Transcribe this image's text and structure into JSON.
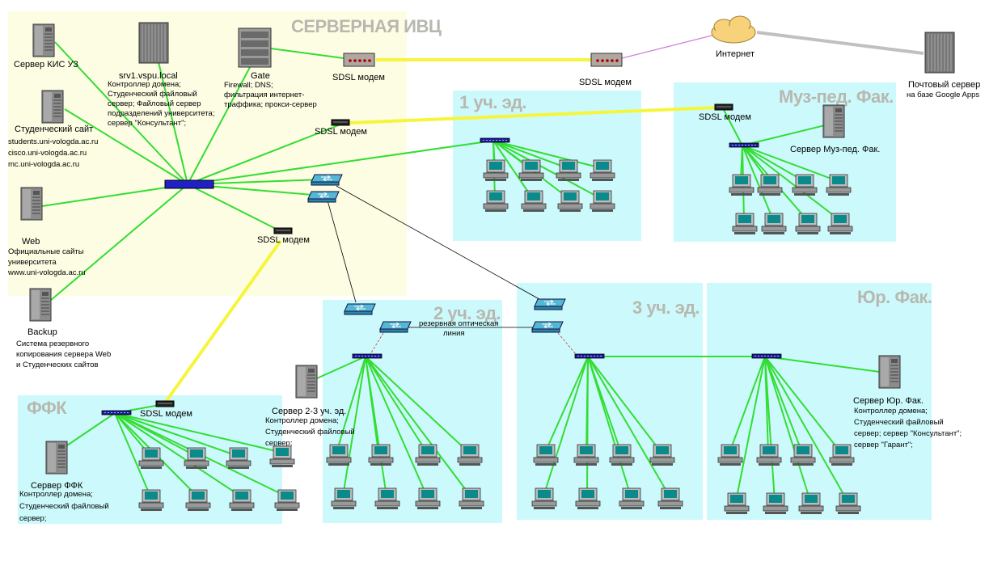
{
  "zones": {
    "server_room": "СЕРВЕРНАЯ ИВЦ",
    "building1": "1 уч. эд.",
    "muzped": "Муз-пед. Фак.",
    "building2": "2 уч. эд.",
    "building3": "3 уч. эд.",
    "law": "Юр. Фак.",
    "ffk": "ФФК"
  },
  "servers": {
    "kis": {
      "label": "Сервер КИС УЗ"
    },
    "srv1": {
      "label": "srv1.vspu.local",
      "desc": [
        "Контроллер домена;",
        "Студенческий файловый",
        "сервер; Файловый сервер",
        "подразделений университета;",
        "сервер \"Консультант\";"
      ]
    },
    "gate": {
      "label": "Gate",
      "desc": [
        "Firewall; DNS;",
        "фильтрация интернет-",
        "траффика; прокси-сервер"
      ]
    },
    "student_site": {
      "label": "Студенческий сайт",
      "desc": [
        "students.uni-vologda.ac.ru",
        "cisco.uni-vologda.ac.ru",
        "mc.uni-vologda.ac.ru"
      ]
    },
    "web": {
      "label": "Web",
      "desc": [
        "Официальные сайты",
        "университета",
        "www.uni-vologda.ac.ru"
      ]
    },
    "backup": {
      "label": "Backup",
      "desc": [
        "Система резервного",
        "копирования сервера Web",
        "и Студенческих сайтов"
      ]
    },
    "mail": {
      "label": "Почтовый сервер",
      "desc": [
        "на базе Google Apps"
      ]
    },
    "muzped": {
      "label": "Сервер Муз-пед. Фак."
    },
    "b23": {
      "label": "Сервер 2-3 уч. эд.",
      "desc": [
        "Контроллер домена;",
        "Студенческий файловый",
        "сервер;"
      ]
    },
    "ffk": {
      "label": "Сервер ФФК",
      "desc": [
        "Контроллер домена;",
        "Студенческий файловый",
        "сервер;"
      ]
    },
    "law": {
      "label": "Сервер Юр. Фак.",
      "desc": [
        "Контроллер домена;",
        "Студенческий файловый",
        "сервер; сервер \"Консультант\";",
        "сервер \"Гарант\";"
      ]
    }
  },
  "modems": {
    "m_gate": "SDSL модем",
    "m_internet": "SDSL модем",
    "m_center1": "SDSL модем",
    "m_muzped": "SDSL модем",
    "m_center2": "SDSL модем",
    "m_ffk": "SDSL модем"
  },
  "internet": "Интернет",
  "backup_link": [
    "резервная оптическая",
    "линия"
  ],
  "colors": {
    "zone_fill": "#ccfafc",
    "server_zone_fill": "#fdfde4",
    "lan_link": "#33dd33",
    "sdsl_link": "#f5f53c",
    "internet_link": "#d27fd2",
    "mail_link": "#c0c0c0"
  }
}
